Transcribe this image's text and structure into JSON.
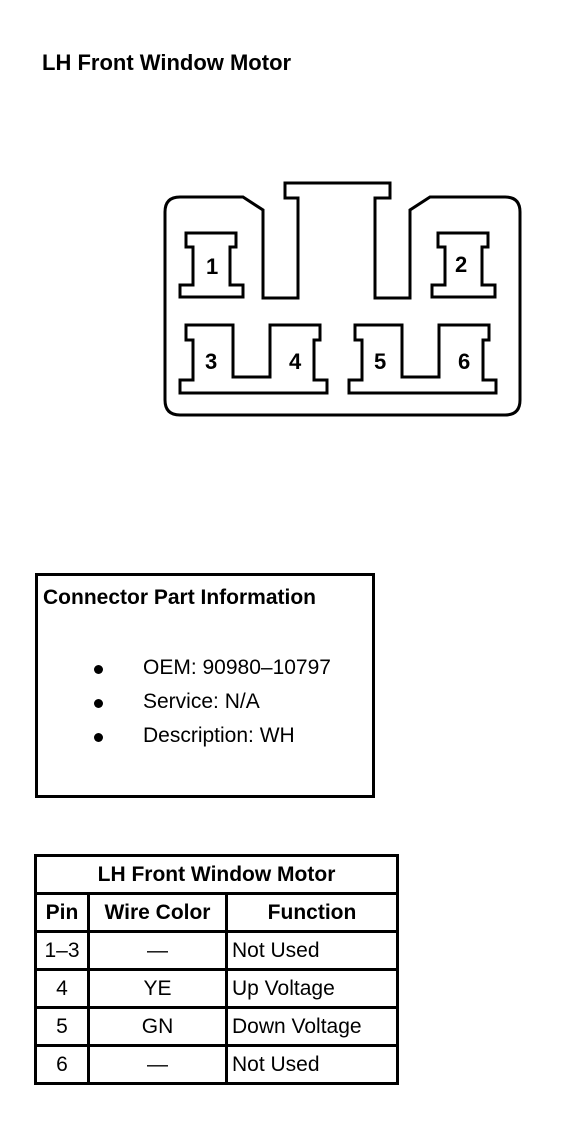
{
  "diagram": {
    "title": "LH Front Window Motor",
    "pins": [
      "1",
      "2",
      "3",
      "4",
      "5",
      "6"
    ]
  },
  "info": {
    "title": "Connector Part Information",
    "items": [
      "OEM: 90980–10797",
      "Service: N/A",
      "Description: WH"
    ]
  },
  "table": {
    "title": "LH Front Window Motor",
    "headers": [
      "Pin",
      "Wire Color",
      "Function"
    ],
    "rows": [
      [
        "1–3",
        "—",
        "Not Used"
      ],
      [
        "4",
        "YE",
        "Up Voltage"
      ],
      [
        "5",
        "GN",
        "Down Voltage"
      ],
      [
        "6",
        "—",
        "Not Used"
      ]
    ]
  }
}
